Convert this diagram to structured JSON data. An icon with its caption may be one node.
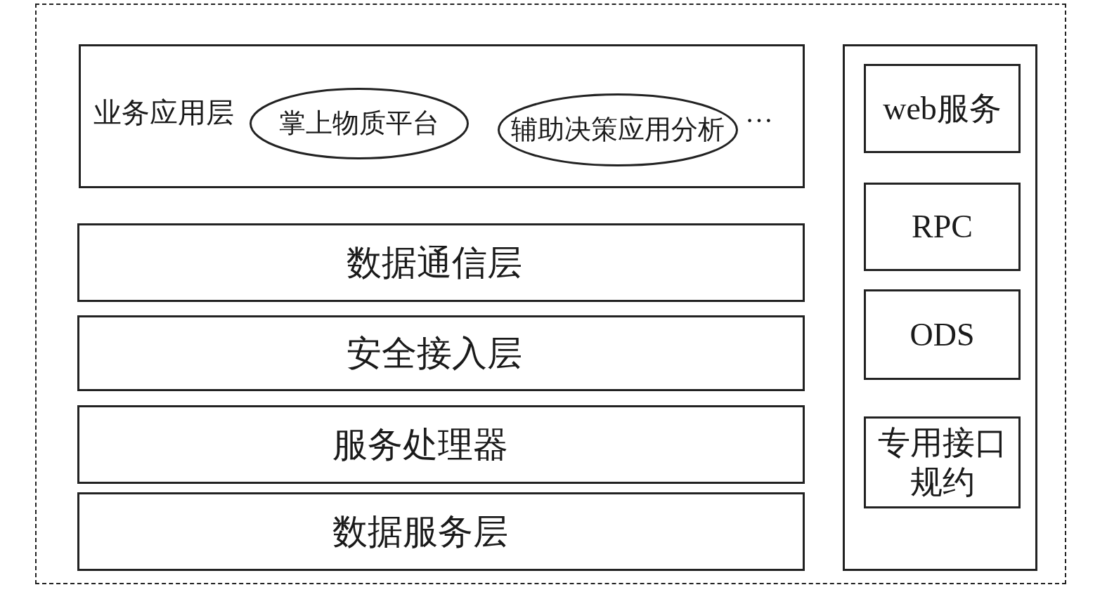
{
  "diagram": {
    "nodes": [
      {
        "text": [],
        "shape": "box"
      },
      {
        "text": [
          "业务应用层",
          "…"
        ],
        "in": 0
      },
      {
        "text": [
          "掌上物质平台"
        ],
        "in": 1
      },
      {
        "text": [
          "辅助决策应用分析"
        ],
        "in": 1
      },
      {
        "text": [
          "数据通信层"
        ],
        "in": 0
      },
      {
        "text": [
          "安全接入层"
        ],
        "in": 0
      },
      {
        "text": [
          "服务处理器"
        ],
        "in": 0
      },
      {
        "text": [
          "数据服务层"
        ],
        "in": 0
      },
      {
        "text": [],
        "shape": "box",
        "in": 0
      },
      {
        "text": [
          "web服务"
        ],
        "in": 8
      },
      {
        "text": [
          "RPC"
        ],
        "in": 8
      },
      {
        "text": [
          "ODS"
        ],
        "in": 8
      },
      {
        "text": [
          "专用接口规约"
        ],
        "in": 8
      }
    ]
  }
}
